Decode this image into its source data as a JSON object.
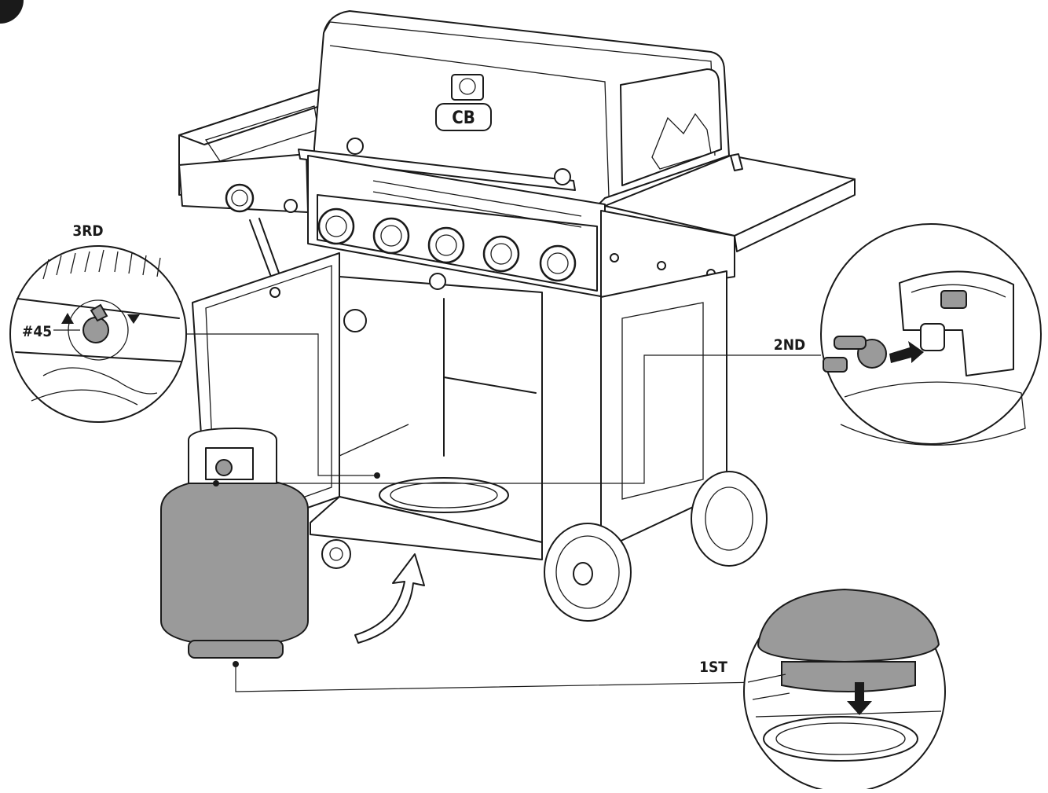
{
  "title": "",
  "steps": {
    "first": "1ST",
    "second": "2ND",
    "third": "3RD"
  },
  "part_number": "#45",
  "logo": "CB",
  "colors": {
    "line": "#1a1a1a",
    "tank_fill": "#9a9a9a",
    "background": "#ffffff"
  }
}
